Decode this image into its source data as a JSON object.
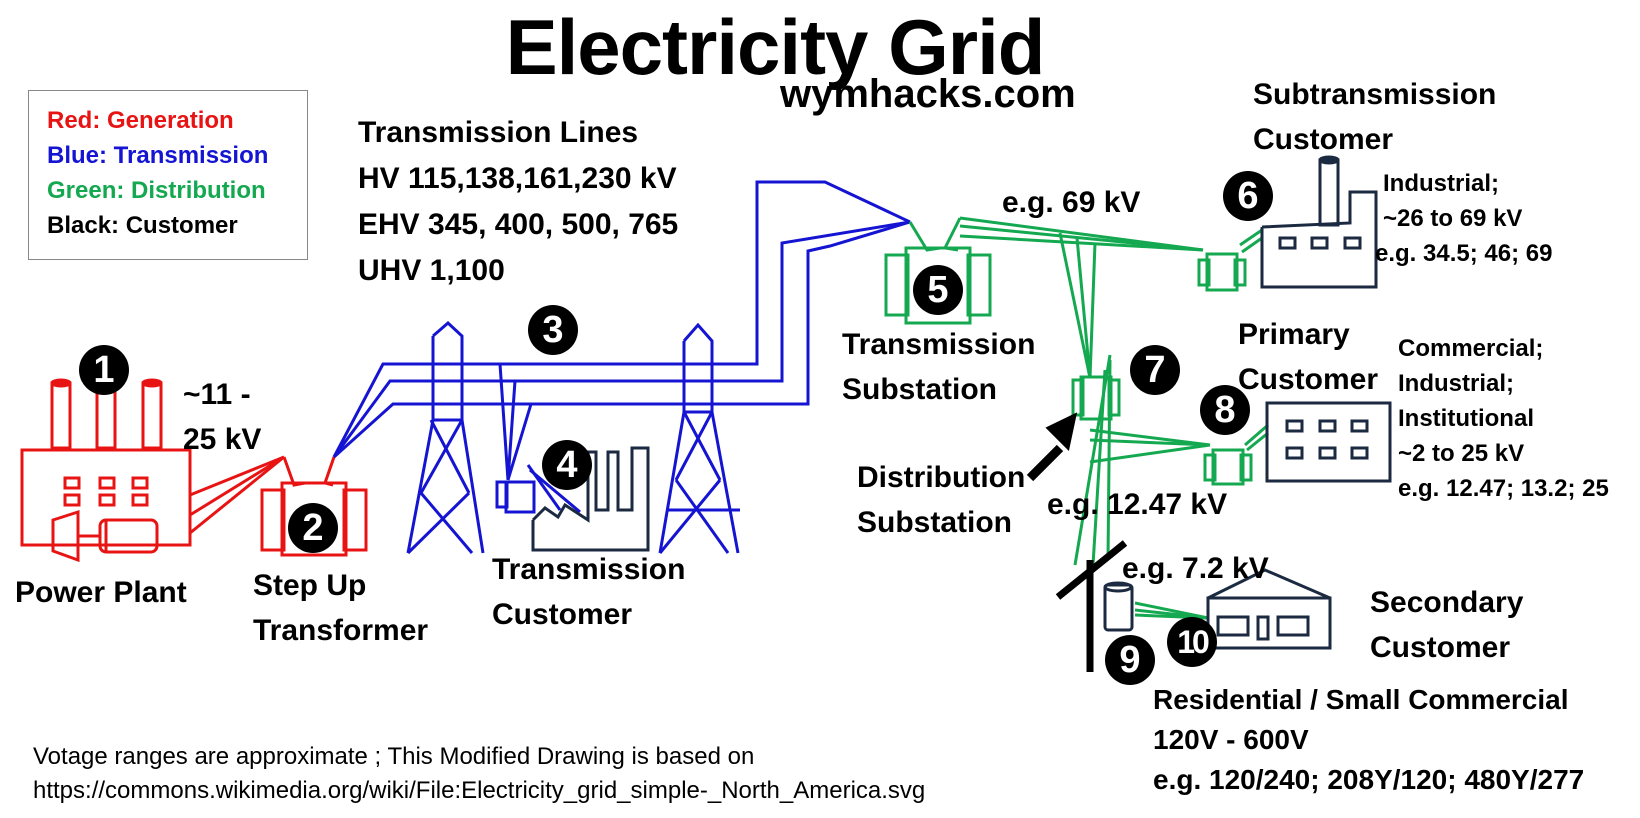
{
  "title": "Electricity Grid",
  "subtitle": "wymhacks.com",
  "colors": {
    "generation": "#e81414",
    "transmission": "#1414d2",
    "distribution": "#14a850",
    "customer": "#1b2a40"
  },
  "legend": [
    {
      "label": "Red: Generation",
      "color": "#e81414"
    },
    {
      "label": "Blue: Transmission",
      "color": "#1414d2"
    },
    {
      "label": "Green: Distribution",
      "color": "#14a850"
    },
    {
      "label": "Black: Customer",
      "color": "#000000"
    }
  ],
  "transmission_lines": {
    "heading": "Transmission Lines",
    "levels": [
      "HV 115,138,161,230 kV",
      "EHV 345, 400, 500, 765",
      "UHV 1,100"
    ]
  },
  "nodes": [
    {
      "number": "1",
      "label_lines": [
        "Power Plant"
      ],
      "voltage_lines": [
        "~11 -",
        "25 kV"
      ]
    },
    {
      "number": "2",
      "label_lines": [
        "Step Up",
        "Transformer"
      ]
    },
    {
      "number": "3"
    },
    {
      "number": "4",
      "label_lines": [
        "Transmission",
        "Customer"
      ]
    },
    {
      "number": "5",
      "label_lines": [
        "Transmission",
        "Substation"
      ],
      "voltage": "e.g. 69 kV"
    },
    {
      "number": "6",
      "label_lines": [
        "Subtransmission",
        "Customer"
      ],
      "detail_lines": [
        "Industrial;",
        "~26 to 69 kV",
        "e.g. 34.5; 46; 69"
      ]
    },
    {
      "number": "7",
      "label_lines": [
        "Distribution",
        "Substation"
      ],
      "voltage": "e.g. 12.47 kV"
    },
    {
      "number": "8",
      "label_lines": [
        "Primary",
        "Customer"
      ],
      "detail_lines": [
        "Commercial;",
        "Industrial;",
        "Institutional",
        "~2 to 25 kV",
        "e.g. 12.47; 13.2; 25"
      ]
    },
    {
      "number": "9",
      "voltage": "e.g. 7.2 kV"
    },
    {
      "number": "10",
      "label_lines": [
        "Secondary",
        "Customer"
      ],
      "detail_lines": [
        "Residential / Small Commercial",
        "120V - 600V",
        "e.g. 120/240; 208Y/120; 480Y/277"
      ]
    }
  ],
  "footnote": [
    "Votage ranges are approximate ; This Modified Drawing is based on",
    "https://commons.wikimedia.org/wiki/File:Electricity_grid_simple-_North_America.svg"
  ]
}
